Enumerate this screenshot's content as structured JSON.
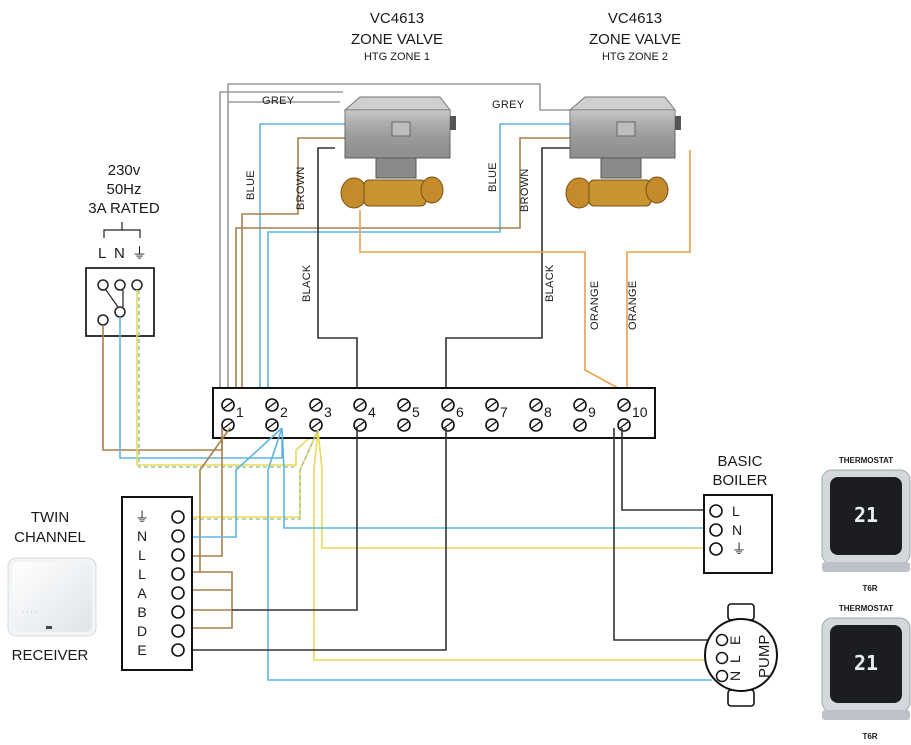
{
  "valves": [
    {
      "model": "VC4613",
      "type": "ZONE VALVE",
      "zone": "HTG ZONE 1"
    },
    {
      "model": "VC4613",
      "type": "ZONE VALVE",
      "zone": "HTG ZONE 2"
    }
  ],
  "supply": {
    "voltage": "230v",
    "frequency": "50Hz",
    "rating": "3A RATED",
    "terminals": [
      "L",
      "N",
      "⏚"
    ]
  },
  "wire_labels": {
    "grey": "GREY",
    "blue": "BLUE",
    "brown": "BROWN",
    "black": "BLACK",
    "orange": "ORANGE"
  },
  "terminal_strip": [
    "1",
    "2",
    "3",
    "4",
    "5",
    "6",
    "7",
    "8",
    "9",
    "10"
  ],
  "receiver": {
    "line1": "TWIN",
    "line2": "CHANNEL",
    "line3": "RECEIVER",
    "terminals": [
      "⏚",
      "N",
      "L",
      "L",
      "A",
      "B",
      "D",
      "E"
    ]
  },
  "boiler": {
    "line1": "BASIC",
    "line2": "BOILER",
    "terminals": [
      "L",
      "N",
      "⏚"
    ]
  },
  "pump": {
    "label": "PUMP",
    "terminals": [
      "E",
      "L",
      "N"
    ]
  },
  "thermostats": [
    {
      "label": "THERMOSTAT",
      "model": "T6R",
      "display": "21"
    },
    {
      "label": "THERMOSTAT",
      "model": "T6R",
      "display": "21"
    }
  ],
  "colors": {
    "grey": "#9a9a9a",
    "blue": "#5fb3e0",
    "brown": "#a7804a",
    "black": "#333333",
    "orange": "#e7a24a",
    "earth_yellow": "#e8d95a",
    "earth_green": "#9cc89a"
  }
}
